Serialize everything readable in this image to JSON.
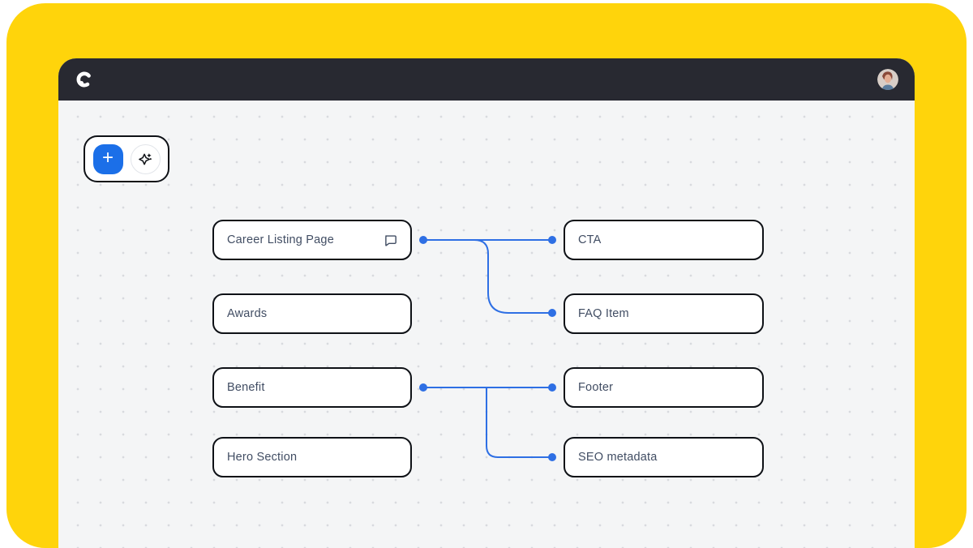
{
  "window": {
    "brand_logo": "contentful-logo",
    "avatar": "user-avatar-photo"
  },
  "toolbar": {
    "add_button_label": "+",
    "add_button_icon": "plus-icon",
    "ai_button_icon": "ai-sparkle-icon"
  },
  "nodes": [
    {
      "label": "Career Listing Page",
      "column": "left",
      "row": 0,
      "comment_icon": "comment-bubble-icon",
      "output_connector": true
    },
    {
      "label": "Awards",
      "column": "left",
      "row": 1
    },
    {
      "label": "Benefit",
      "column": "left",
      "row": 2,
      "output_connector": true
    },
    {
      "label": "Hero Section",
      "column": "left",
      "row": 3
    },
    {
      "label": "CTA",
      "column": "right",
      "row": 0,
      "input_connector": true
    },
    {
      "label": "FAQ Item",
      "column": "right",
      "row": 1,
      "input_connector": true
    },
    {
      "label": "Footer",
      "column": "right",
      "row": 2,
      "input_connector": true
    },
    {
      "label": "SEO metadata",
      "column": "right",
      "row": 3,
      "input_connector": true
    }
  ],
  "connections": [
    {
      "from": "Career Listing Page",
      "to": "CTA"
    },
    {
      "from": "Career Listing Page",
      "to": "FAQ Item"
    },
    {
      "from": "Benefit",
      "to": "Footer"
    },
    {
      "from": "Benefit",
      "to": "SEO metadata"
    }
  ],
  "colors": {
    "frame_yellow": "#FFD40B",
    "header_dark": "#282931",
    "canvas_bg": "#F4F5F6",
    "grid_dot": "#D8DADE",
    "node_border": "#0E1116",
    "node_text": "#414D63",
    "edge_blue": "#2E6FE4",
    "add_button_blue": "#1B6FE8"
  }
}
